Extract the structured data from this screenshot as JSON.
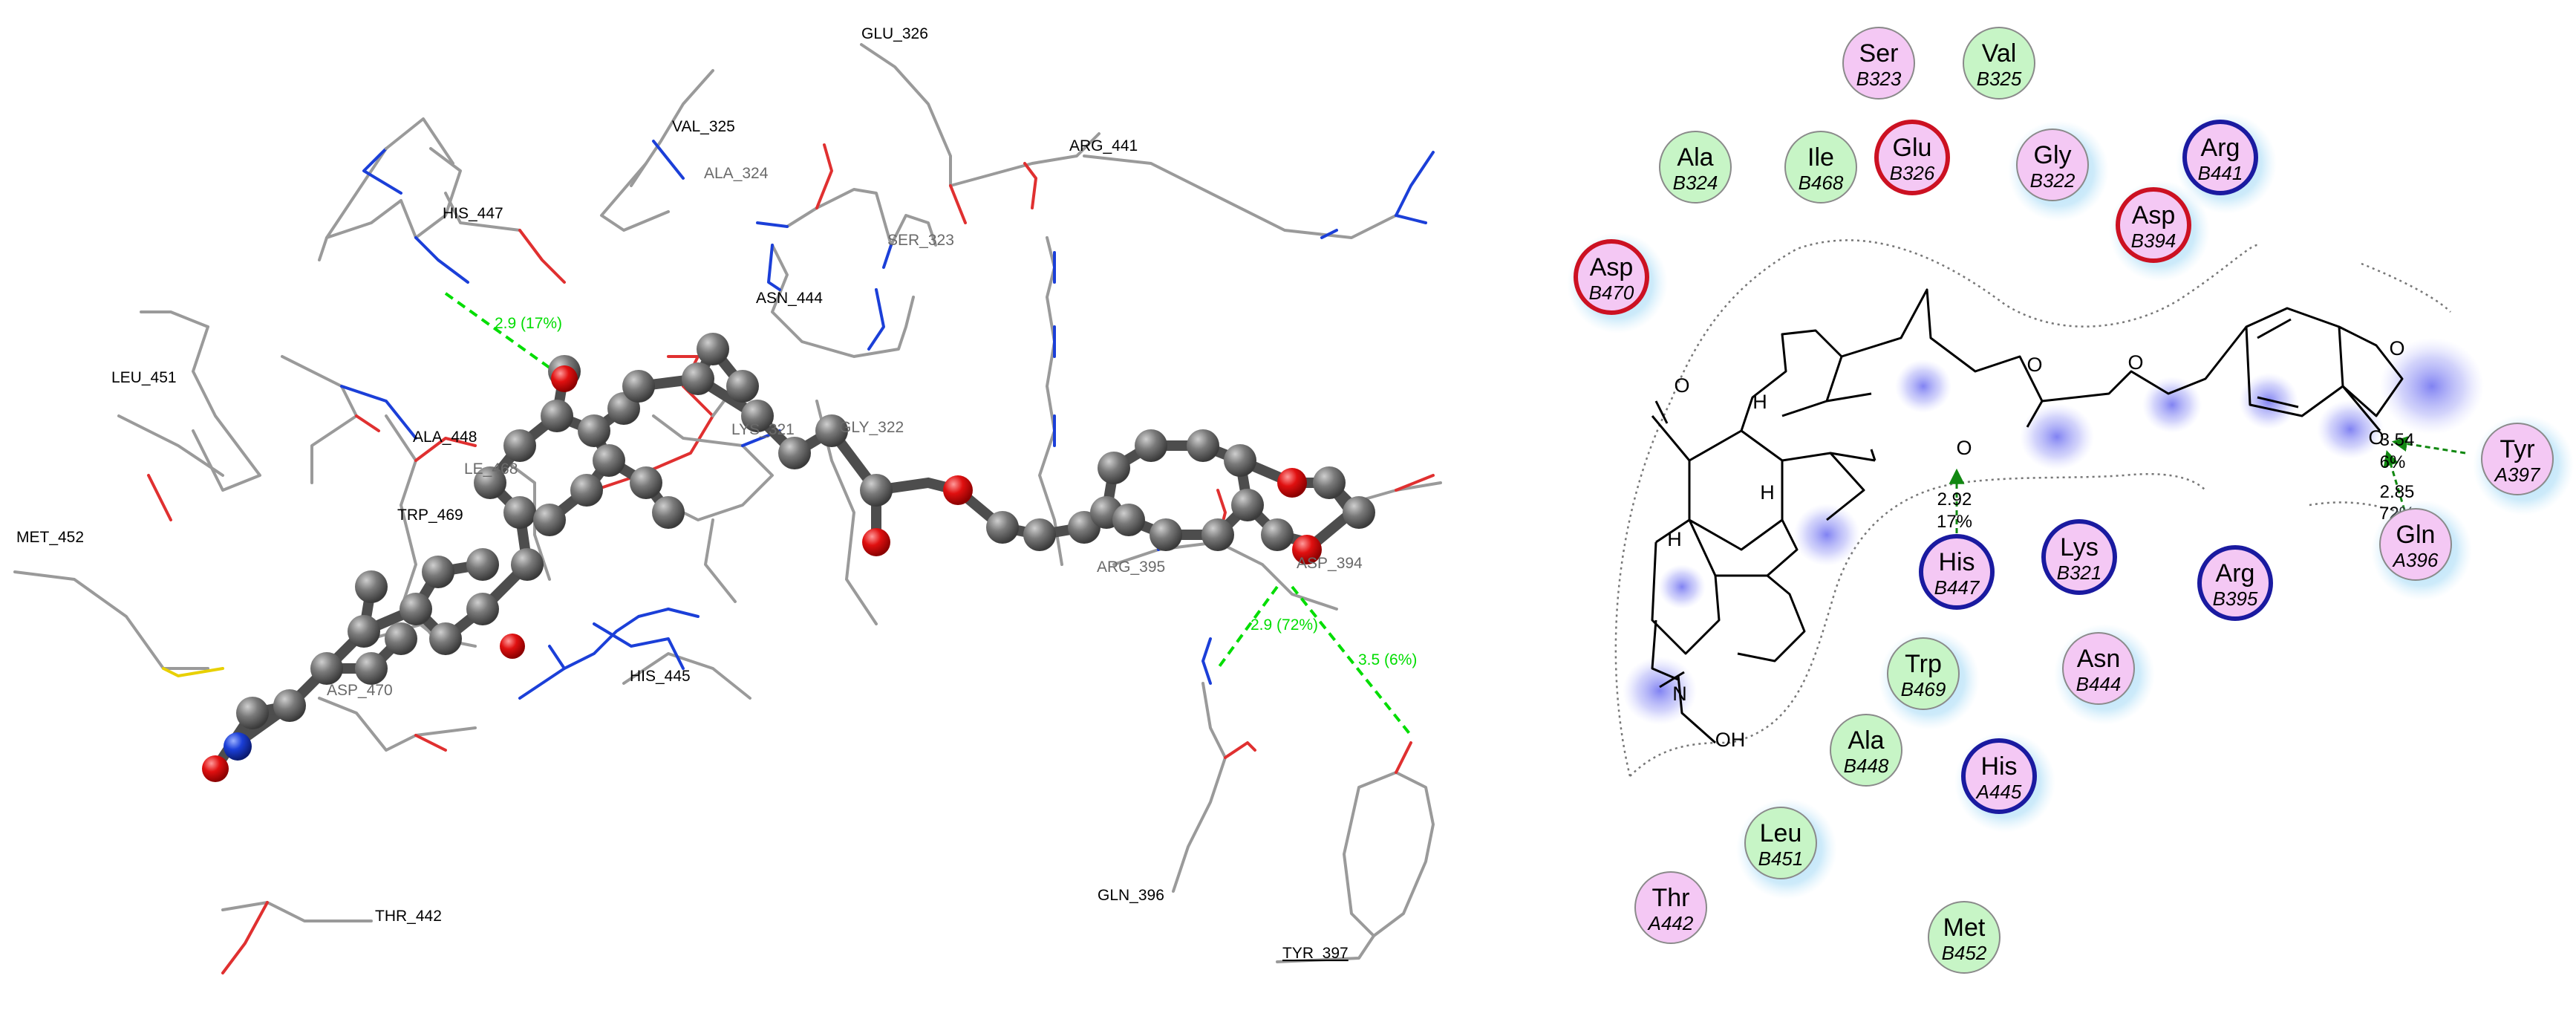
{
  "panel_3d": {
    "residue_labels": [
      {
        "id": "glu326",
        "text": "GLU_326"
      },
      {
        "id": "val325",
        "text": "VAL_325"
      },
      {
        "id": "ala324",
        "text": "ALA_324"
      },
      {
        "id": "arg441",
        "text": "ARG_441"
      },
      {
        "id": "his447",
        "text": "HIS_447"
      },
      {
        "id": "ser323",
        "text": "SER_323"
      },
      {
        "id": "asn444",
        "text": "ASN_444"
      },
      {
        "id": "leu451",
        "text": "LEU_451"
      },
      {
        "id": "ala448",
        "text": "ALA_448"
      },
      {
        "id": "ile468",
        "text": "LE_468"
      },
      {
        "id": "lys321",
        "text": "LYS_321"
      },
      {
        "id": "gly322",
        "text": "GLY_322"
      },
      {
        "id": "trp469",
        "text": "TRP_469"
      },
      {
        "id": "met452",
        "text": "MET_452"
      },
      {
        "id": "his445",
        "text": "HIS_445"
      },
      {
        "id": "arg395",
        "text": "ARG_395"
      },
      {
        "id": "asp394",
        "text": "ASP_394"
      },
      {
        "id": "asp470",
        "text": "ASP_470"
      },
      {
        "id": "gln396",
        "text": "GLN_396"
      },
      {
        "id": "thr442",
        "text": "THR_442"
      },
      {
        "id": "tyr397",
        "text": "TYR_397"
      }
    ],
    "hbond_labels": [
      {
        "id": "his447_hb",
        "text": "2.9 (17%)"
      },
      {
        "id": "gln396_hb",
        "text": "2.9 (72%)"
      },
      {
        "id": "tyr397_hb",
        "text": "3.5 (6%)"
      }
    ]
  },
  "panel_2d": {
    "residues": [
      {
        "id": "ser323",
        "name": "Ser",
        "num": "B323",
        "type": "polar"
      },
      {
        "id": "val325",
        "name": "Val",
        "num": "B325",
        "type": "hydrophobic"
      },
      {
        "id": "ala324",
        "name": "Ala",
        "num": "B324",
        "type": "hydrophobic"
      },
      {
        "id": "ile468",
        "name": "Ile",
        "num": "B468",
        "type": "hydrophobic"
      },
      {
        "id": "glu326",
        "name": "Glu",
        "num": "B326",
        "type": "acidic"
      },
      {
        "id": "gly322",
        "name": "Gly",
        "num": "B322",
        "type": "polar"
      },
      {
        "id": "arg441",
        "name": "Arg",
        "num": "B441",
        "type": "basic"
      },
      {
        "id": "asp394",
        "name": "Asp",
        "num": "B394",
        "type": "acidic"
      },
      {
        "id": "asp470",
        "name": "Asp",
        "num": "B470",
        "type": "acidic"
      },
      {
        "id": "tyr397",
        "name": "Tyr",
        "num": "A397",
        "type": "polar"
      },
      {
        "id": "gln396",
        "name": "Gln",
        "num": "A396",
        "type": "polar"
      },
      {
        "id": "his447",
        "name": "His",
        "num": "B447",
        "type": "basic"
      },
      {
        "id": "lys321",
        "name": "Lys",
        "num": "B321",
        "type": "basic"
      },
      {
        "id": "arg395",
        "name": "Arg",
        "num": "B395",
        "type": "basic"
      },
      {
        "id": "trp469",
        "name": "Trp",
        "num": "B469",
        "type": "hydrophobic"
      },
      {
        "id": "asn444",
        "name": "Asn",
        "num": "B444",
        "type": "polar"
      },
      {
        "id": "ala448",
        "name": "Ala",
        "num": "B448",
        "type": "hydrophobic"
      },
      {
        "id": "his445",
        "name": "His",
        "num": "A445",
        "type": "basic"
      },
      {
        "id": "leu451",
        "name": "Leu",
        "num": "B451",
        "type": "hydrophobic"
      },
      {
        "id": "thr442",
        "name": "Thr",
        "num": "A442",
        "type": "polar"
      },
      {
        "id": "met452",
        "name": "Met",
        "num": "B452",
        "type": "hydrophobic"
      }
    ],
    "atom_labels": {
      "o_ketone_top": "O",
      "h1": "H",
      "h2": "H",
      "h_left": "H",
      "n_oxime": "N",
      "oh": "OH",
      "o_ester1": "O",
      "o_ester2": "O",
      "o_diox1": "O",
      "o_diox2": "O",
      "o_ketone_side": "O"
    },
    "hbonds": [
      {
        "id": "his447",
        "distance": "2.92",
        "occupancy": "17%"
      },
      {
        "id": "tyr397",
        "distance": "3.54",
        "occupancy": "6%"
      },
      {
        "id": "gln396",
        "distance": "2.85",
        "occupancy": "72%"
      }
    ]
  },
  "colors": {
    "polar_fill": "#f4c8f4",
    "hydrophobic_fill": "#c7f5c6",
    "acidic_ring": "#cc1122",
    "basic_ring": "#1a1aa0",
    "default_ring": "#8a8a8a",
    "hbond_2d": "#118811",
    "hbond_3d": "#00dd00",
    "ligand_atom": "#5e5e5e",
    "oxygen": "#dd0000",
    "nitrogen": "#1b3fd8",
    "sulfur": "#e8d000"
  }
}
